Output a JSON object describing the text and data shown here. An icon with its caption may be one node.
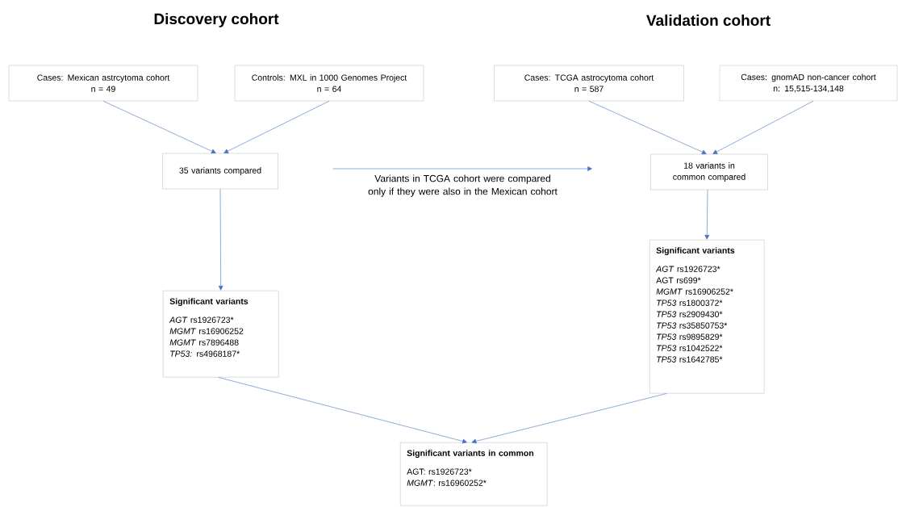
{
  "diagram": {
    "nodes": [
      {
        "text": [
          "Cases: Mexican astrcytoma cohort",
          "n = 49"
        ]
      },
      {
        "text": [
          "Controls: MXL in 1000 Genomes Project",
          "n = 64"
        ]
      },
      {
        "text": [
          "Cases: TCGA astrocytoma cohort",
          "n = 587"
        ]
      },
      {
        "text": [
          "Cases: gnomAD non-cancer cohort",
          "n: 15,515-134,148"
        ]
      },
      {
        "text": [
          "35 variants compared"
        ]
      },
      {
        "text": [
          "18 variants in common compared"
        ]
      },
      {
        "text": [
          "Significant variants",
          "*AGT* rs1926723*",
          "*MGMT* rs16906252",
          "*MGMT* rs7896488",
          "*TP53:* rs4968187*"
        ]
      },
      {
        "text": [
          "Significant variants",
          "*AGT* rs1926723*",
          "AGT rs699*",
          "*MGMT* rs16906252*",
          "*TP53* rs1800372*",
          "*TP53* rs2909430*",
          "*TP53* rs35850753*",
          "*TP53* rs9895829*",
          "*TP53* rs1042522*",
          "*TP53* rs1642785*"
        ]
      },
      {
        "text": [
          "Significant variants in common",
          "AGT: rs1926723*",
          "*MGMT*: rs16960252*"
        ]
      }
    ],
    "edges": [
      {
        "from": 0,
        "to": 4,
        "arrow": "to"
      },
      {
        "from": 1,
        "to": 4,
        "arrow": "to"
      },
      {
        "from": 2,
        "to": 5,
        "arrow": "to"
      },
      {
        "from": 3,
        "to": 5,
        "arrow": "to"
      },
      {
        "from": 4,
        "to": 6,
        "arrow": "to"
      },
      {
        "from": 5,
        "to": 7,
        "arrow": "to"
      },
      {
        "from": 4,
        "to": 5,
        "arrow": "to",
        "label": "Variants in TCGA cohort were compared only if they were also in the Mexican cohort"
      },
      {
        "from": 6,
        "to": 8,
        "arrow": "to"
      },
      {
        "from": 7,
        "to": 8,
        "arrow": "to"
      }
    ],
    "labels": [
      "Discovery cohort",
      "Validation cohort"
    ]
  }
}
